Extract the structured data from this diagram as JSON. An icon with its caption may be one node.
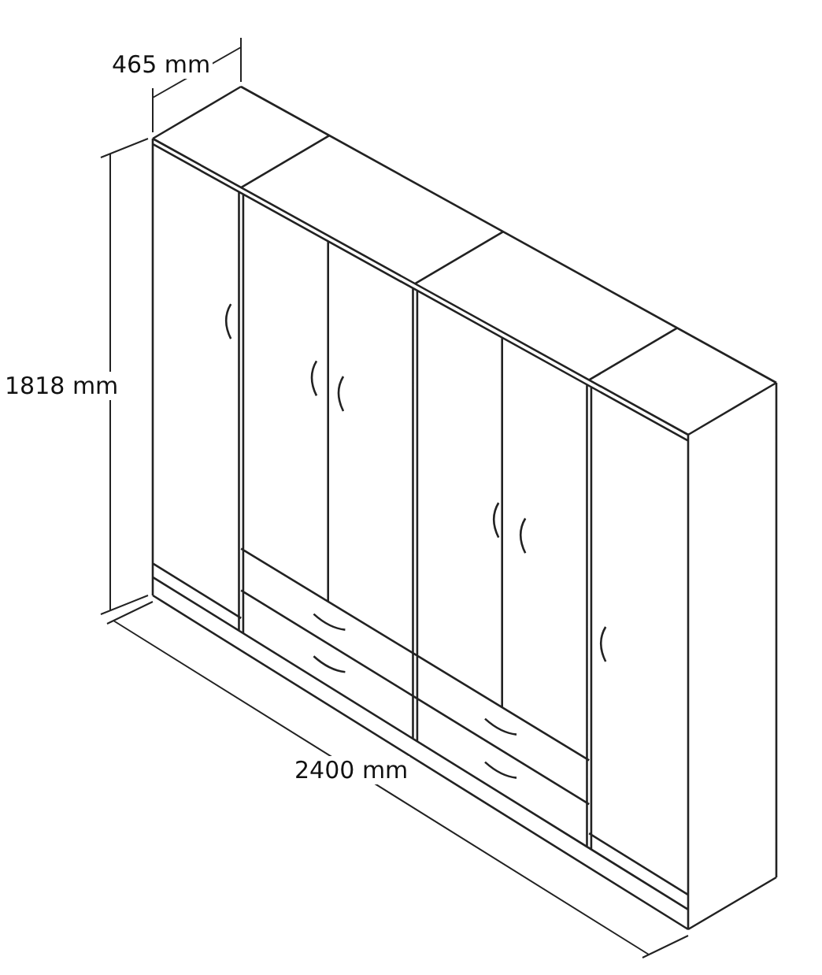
{
  "diagram": {
    "labels": [
      "465 mm",
      "1818 mm",
      "2400 mm"
    ]
  }
}
